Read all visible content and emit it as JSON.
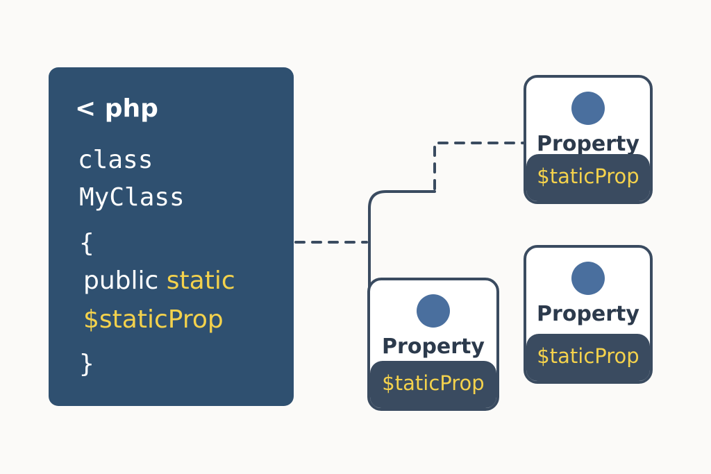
{
  "code_panel": {
    "lines": {
      "open_tag": "< php",
      "class_keyword": "class",
      "class_name": "MyClass",
      "open_brace": "{",
      "public_keyword": "public",
      "static_keyword": "static",
      "property_name": "$staticProp",
      "close_brace": "}"
    },
    "background": "#2f5070",
    "highlight_color": "#f4d24c"
  },
  "property_cards": [
    {
      "label": "Property",
      "value": "$taticProp",
      "icon": "circle-icon"
    },
    {
      "label": "Property",
      "value": "$taticProp",
      "icon": "circle-icon"
    },
    {
      "label": "Property",
      "value": "$taticProp",
      "icon": "circle-icon"
    }
  ],
  "colors": {
    "background": "#fbfaf8",
    "card_border": "#3a4b60",
    "dot": "#4a6f9e",
    "connector": "#3a4b60"
  }
}
